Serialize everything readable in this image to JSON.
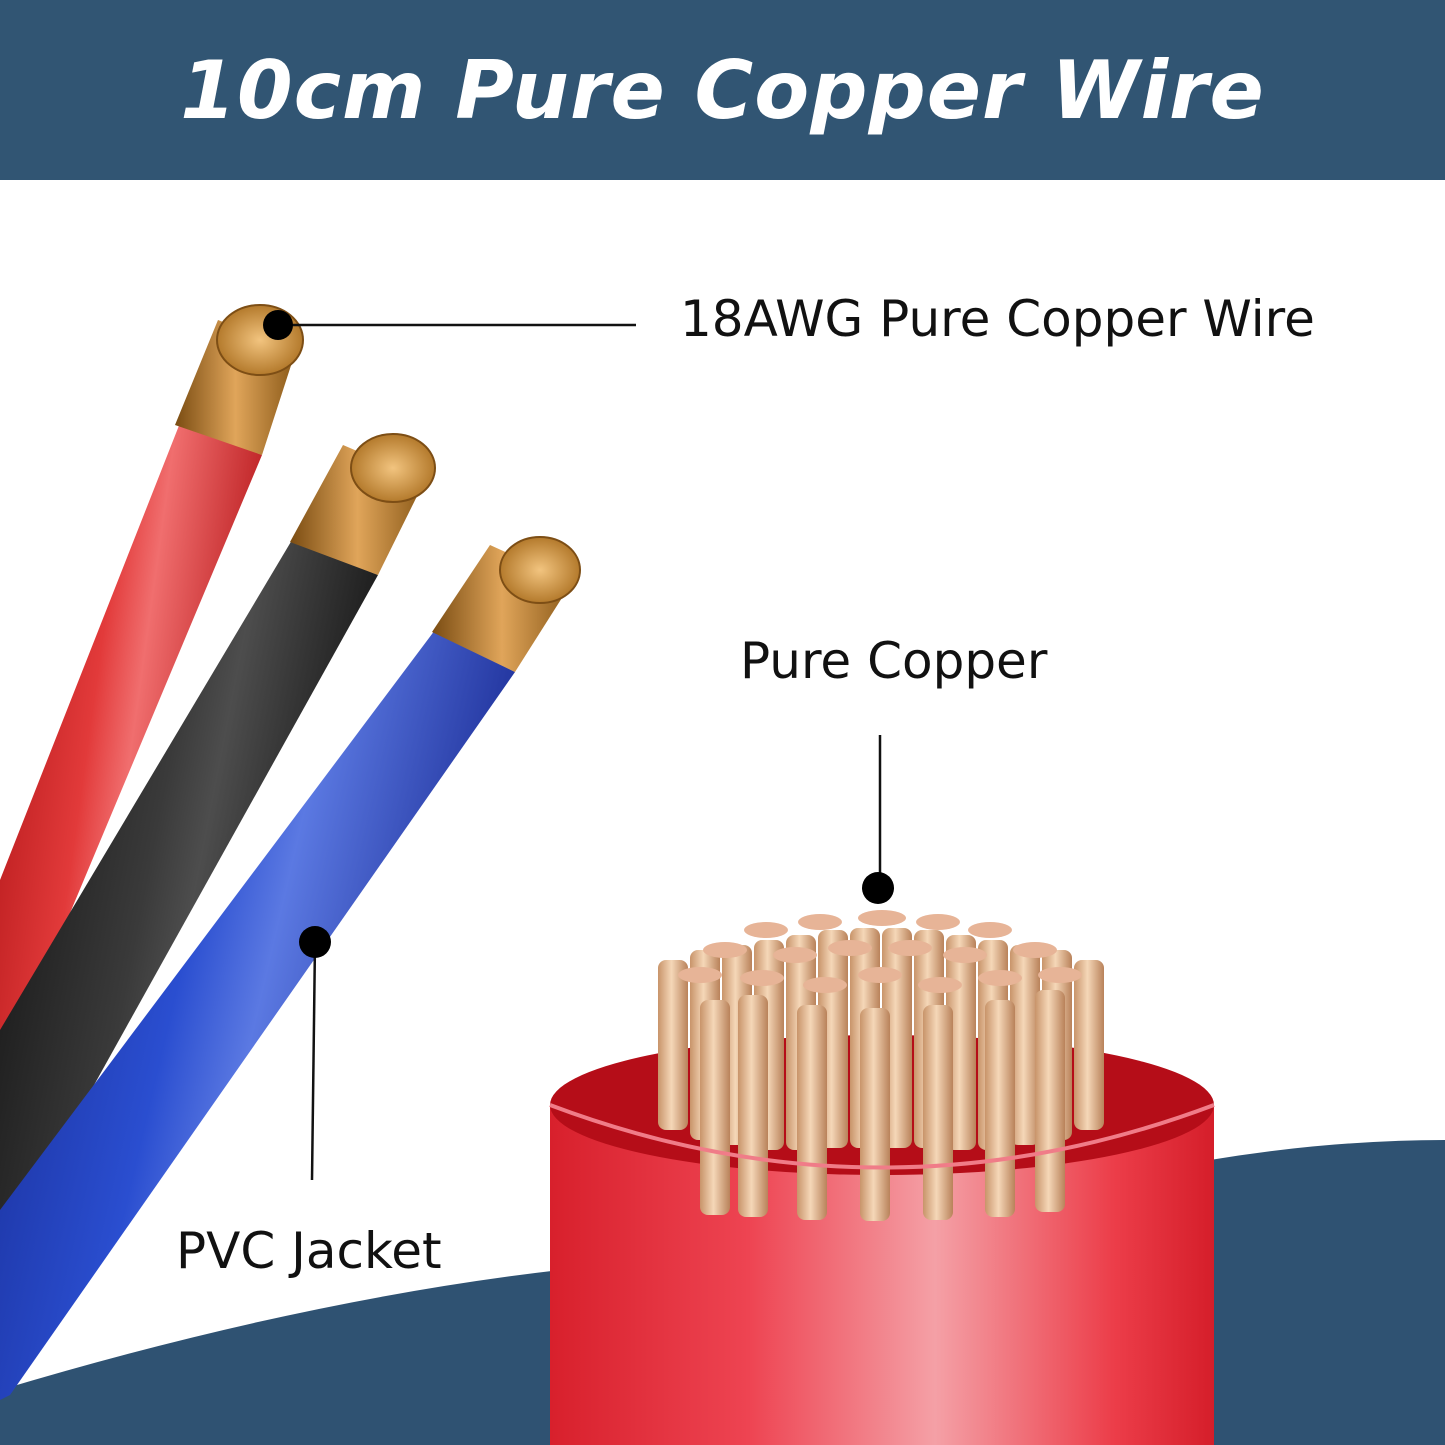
{
  "header": {
    "title": "10cm Pure Copper Wire",
    "background_color": "#315573"
  },
  "callouts": {
    "strand": "18AWG Pure Copper Wire",
    "copper": "Pure Copper",
    "jacket": "PVC Jacket"
  },
  "wires": [
    {
      "color_name": "red",
      "hex": "#d42424"
    },
    {
      "color_name": "black",
      "hex": "#1c1c1c"
    },
    {
      "color_name": "blue",
      "hex": "#1d3fb4"
    }
  ],
  "icons": [
    "wire-bundle-illustration",
    "copper-core-illustration",
    "callout-dot"
  ]
}
